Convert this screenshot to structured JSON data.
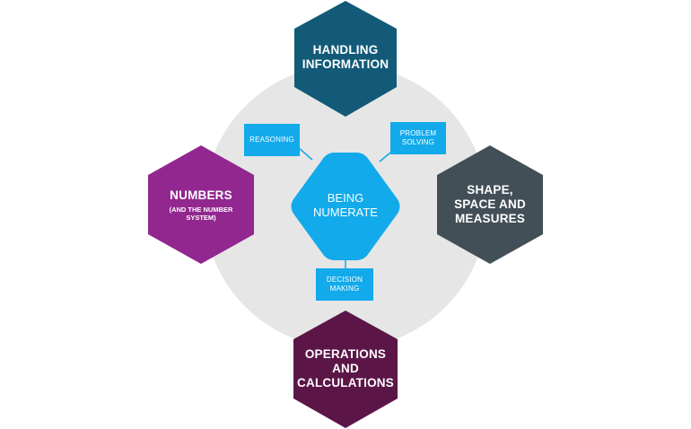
{
  "diagram": {
    "center": {
      "line1": "BEING",
      "line2": "NUMERATE"
    },
    "top": {
      "line1": "HANDLING",
      "line2": "INFORMATION"
    },
    "left": {
      "line1": "NUMBERS",
      "sub1": "(AND THE NUMBER",
      "sub2": "SYSTEM)"
    },
    "right": {
      "line1": "SHAPE,",
      "line2": "SPACE AND",
      "line3": "MEASURES"
    },
    "bottom": {
      "line1": "OPERATIONS",
      "line2": "AND",
      "line3": "CALCULATIONS"
    },
    "skills": {
      "reasoning": "REASONING",
      "problem_solving_1": "PROBLEM",
      "problem_solving_2": "SOLVING",
      "decision_making_1": "DECISION",
      "decision_making_2": "MAKING"
    }
  },
  "colors": {
    "circle": "#e6e6e6",
    "center": "#12aaea",
    "top": "#125a78",
    "left": "#92278f",
    "right": "#434f57",
    "bottom": "#5b1647",
    "skill_box": "#12aaea",
    "connector": "#12aaea"
  }
}
